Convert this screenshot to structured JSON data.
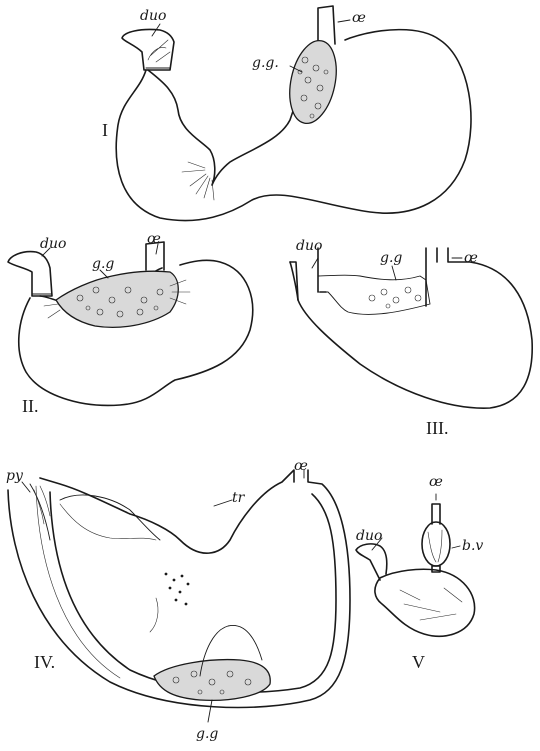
{
  "panels": {
    "I": {
      "numeral": "I",
      "labels": {
        "duo": "duo",
        "oe": "œ",
        "gg": "g.g."
      }
    },
    "II": {
      "numeral": "II.",
      "labels": {
        "duo": "duo",
        "oe": "œ",
        "gg": "g.g"
      }
    },
    "III": {
      "numeral": "III.",
      "labels": {
        "duo": "duo",
        "oe": "œ",
        "gg": "g.g"
      }
    },
    "IV": {
      "numeral": "IV.",
      "labels": {
        "py": "py",
        "tr": "tr",
        "oe": "œ",
        "gg": "g.g"
      }
    },
    "V": {
      "numeral": "V",
      "labels": {
        "duo": "duo",
        "oe": "œ",
        "bv": "b.v"
      }
    }
  }
}
